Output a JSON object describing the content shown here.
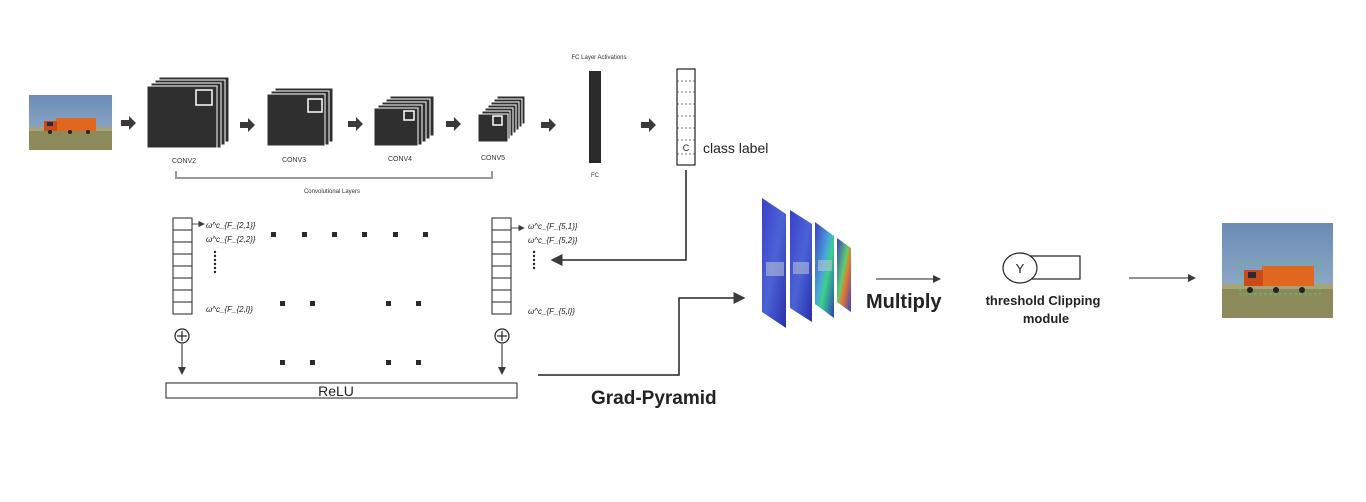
{
  "conv_layers": {
    "labels": [
      "CONV2",
      "CONV3",
      "CONV4",
      "CONV5"
    ],
    "group_label": "Convolutional Layers"
  },
  "fc": {
    "title": "FC Layer Activations",
    "label": "FC"
  },
  "class_vector": {
    "cell_label": "C",
    "label": "class label"
  },
  "weights": {
    "left": [
      "ω^c_{F_{2,1}}",
      "ω^c_{F_{2,2}}",
      "ω^c_{F_{2,l}}"
    ],
    "right": [
      "ω^c_{F_{5,1}}",
      "ω^c_{F_{5,2}}",
      "ω^c_{F_{5,l}}"
    ]
  },
  "relu": {
    "label": "ReLU"
  },
  "grad_pyramid": {
    "label": "Grad-Pyramid"
  },
  "multiply": {
    "label": "Multiply"
  },
  "threshold": {
    "symbol": "Υ",
    "label_line1": "threshold Clipping",
    "label_line2": "module"
  },
  "colors": {
    "block": "#2f2f2f",
    "arrow": "#3a3a3a",
    "bracket": "#999999",
    "truck_orange": "#e0681e",
    "sky": "#6e8fb6",
    "ground": "#8c8a5a",
    "heatmap_blue": "#3b3fc4"
  }
}
